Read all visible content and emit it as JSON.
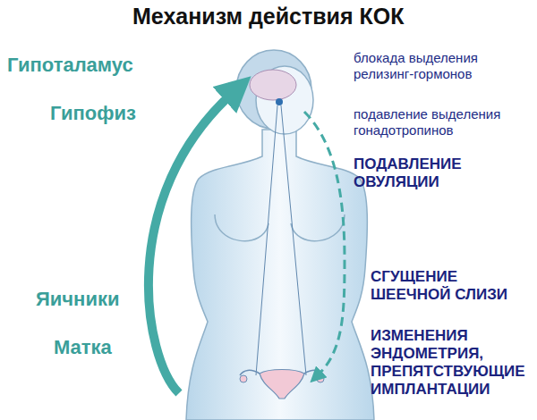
{
  "diagram": {
    "title": "Механизм действия КОК",
    "labels": [
      "Гипоталамус",
      "блокада выделения релизинг-гормонов",
      "Гипофиз",
      "подавление выделения гонадотропинов",
      "ПОДАВЛЕНИЕ ОВУЛЯЦИИ",
      "Яичники",
      "СГУЩЕНИЕ ШЕЕЧНОЙ СЛИЗИ",
      "Матка",
      "ИЗМЕНЕНИЯ ЭНДОМЕТРИЯ, ПРЕПЯТСТВУЮЩИЕ ИМПЛАНТАЦИИ"
    ]
  }
}
